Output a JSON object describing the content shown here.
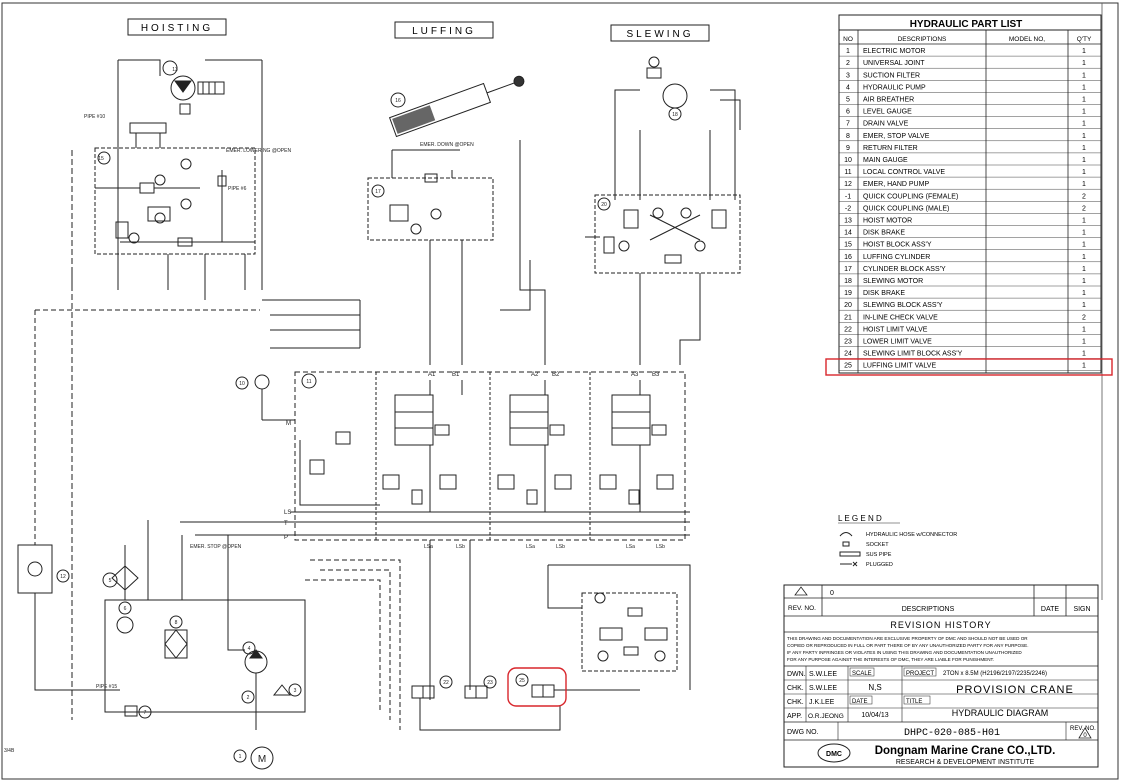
{
  "sections": {
    "hoisting": "HOISTING",
    "luffing": "LUFFING",
    "slewing": "SLEWING"
  },
  "part_list": {
    "title": "HYDRAULIC PART LIST",
    "headers": [
      "NO",
      "DESCRIPTIONS",
      "MODEL NO,",
      "Q'TY"
    ],
    "rows": [
      {
        "no": "1",
        "desc": "ELECTRIC MOTOR",
        "model": "",
        "qty": "1"
      },
      {
        "no": "2",
        "desc": "UNIVERSAL JOINT",
        "model": "",
        "qty": "1"
      },
      {
        "no": "3",
        "desc": "SUCTION FILTER",
        "model": "",
        "qty": "1"
      },
      {
        "no": "4",
        "desc": "HYDRAULIC PUMP",
        "model": "",
        "qty": "1"
      },
      {
        "no": "5",
        "desc": "AIR BREATHER",
        "model": "",
        "qty": "1"
      },
      {
        "no": "6",
        "desc": "LEVEL GAUGE",
        "model": "",
        "qty": "1"
      },
      {
        "no": "7",
        "desc": "DRAIN VALVE",
        "model": "",
        "qty": "1"
      },
      {
        "no": "8",
        "desc": "EMER, STOP VALVE",
        "model": "",
        "qty": "1"
      },
      {
        "no": "9",
        "desc": "RETURN FILTER",
        "model": "",
        "qty": "1"
      },
      {
        "no": "10",
        "desc": "MAIN GAUGE",
        "model": "",
        "qty": "1"
      },
      {
        "no": "11",
        "desc": "LOCAL CONTROL VALVE",
        "model": "",
        "qty": "1"
      },
      {
        "no": "12",
        "desc": "EMER, HAND PUMP",
        "model": "",
        "qty": "1"
      },
      {
        "no": "-1",
        "desc": "QUICK COUPLING (FEMALE)",
        "model": "",
        "qty": "2"
      },
      {
        "no": "-2",
        "desc": "QUICK COUPLING (MALE)",
        "model": "",
        "qty": "2"
      },
      {
        "no": "13",
        "desc": "HOIST MOTOR",
        "model": "",
        "qty": "1"
      },
      {
        "no": "14",
        "desc": "DISK BRAKE",
        "model": "",
        "qty": "1"
      },
      {
        "no": "15",
        "desc": "HOIST BLOCK ASS'Y",
        "model": "",
        "qty": "1"
      },
      {
        "no": "16",
        "desc": "LUFFING CYLINDER",
        "model": "",
        "qty": "1"
      },
      {
        "no": "17",
        "desc": "CYLINDER BLOCK ASS'Y",
        "model": "",
        "qty": "1"
      },
      {
        "no": "18",
        "desc": "SLEWING MOTOR",
        "model": "",
        "qty": "1"
      },
      {
        "no": "19",
        "desc": "DISK BRAKE",
        "model": "",
        "qty": "1"
      },
      {
        "no": "20",
        "desc": "SLEWING BLOCK ASS'Y",
        "model": "",
        "qty": "1"
      },
      {
        "no": "21",
        "desc": "IN-LINE CHECK VALVE",
        "model": "",
        "qty": "2"
      },
      {
        "no": "22",
        "desc": "HOIST LIMIT VALVE",
        "model": "",
        "qty": "1"
      },
      {
        "no": "23",
        "desc": "LOWER LIMIT VALVE",
        "model": "",
        "qty": "1"
      },
      {
        "no": "24",
        "desc": "SLEWING LIMIT BLOCK ASS'Y",
        "model": "",
        "qty": "1"
      },
      {
        "no": "25",
        "desc": "LUFFING LIMIT VALVE",
        "model": "",
        "qty": "1"
      }
    ],
    "highlight_color": "#d8262c"
  },
  "legend": {
    "title": "L E G E N D",
    "items": [
      {
        "symbol": "hose",
        "label": "HYDRAULIC HOSE w/CONNECTOR"
      },
      {
        "symbol": "socket",
        "label": "SOCKET"
      },
      {
        "symbol": "pipe",
        "label": "SUS PIPE"
      },
      {
        "symbol": "plug",
        "label": "PLUGGED"
      }
    ]
  },
  "title_block": {
    "rev_mark": "0",
    "rev_no_label": "REV. NO.",
    "descriptions_label": "DESCRIPTIONS",
    "date_label": "DATE",
    "sign_label": "SIGN",
    "revision_history": "REVISION HISTORY",
    "notice": [
      "THIS DRAWING AND DOCUMENTATION ARE EXCLUSIVE PROPERTY OF DMC AND SHOULD NOT BE USED OR",
      "COPIED OR REPRODUCED IN FULL OR PART THERE OF BY ANY UNAUTHORIZED PARTY FOR ANY PURPOSE.",
      "IF ANY PARTY INFRINGES OR VIOLATES IN USING THIS DRAWING AND DOCUMENTATION UNAUTHORIZED",
      "FOR ANY PURPOSE AGAINST THE INTERESTS OF DMC, THEY ARE LIABLE FOR PUNISHMENT."
    ],
    "dwn": "DWN.",
    "dwn_name": "S.W.LEE",
    "chk1": "CHK.",
    "chk1_name": "S.W.LEE",
    "chk2": "CHK.",
    "chk2_name": "J.K.LEE",
    "app": "APP.",
    "app_name": "O.R.JEONG",
    "scale_label": "SCALE",
    "scale_value": "N,S",
    "date_label2": "DATE",
    "date_value": "10/04/13",
    "project_label": "PROJECT",
    "project_value": "2TON x 8.5M (H2196/2197/2235/2246)",
    "project_name": "PROVISION CRANE",
    "title_label": "TITLE",
    "title_value": "HYDRAULIC DIAGRAM",
    "dwg_no_label": "DWG NO.",
    "dwg_no": "DHPC-020-085-H01",
    "rev_label": "REV. NO.",
    "rev_value": "0",
    "company_logo": "DMC",
    "company": "Dongnam Marine Crane CO.,LTD.",
    "institute": "RESEARCH & DEVELOPMENT INSTITUTE"
  },
  "callouts": {
    "c1": "1",
    "c2": "2",
    "c3": "3",
    "c4": "4",
    "c5": "5",
    "c6": "6",
    "c7": "7",
    "c8": "8",
    "c9": "9",
    "c10": "10",
    "c11": "11",
    "c12": "12",
    "c13": "13",
    "c15": "15",
    "c16": "16",
    "c17": "17",
    "c18": "18",
    "c20": "20",
    "c22": "22",
    "c23": "23",
    "c25": "25"
  },
  "ports": {
    "A1": "A1",
    "B1": "B1",
    "A2": "A2",
    "B2": "B2",
    "A3": "A3",
    "B3": "B3",
    "LS": "LS",
    "T": "T",
    "P": "P",
    "M": "M",
    "LSa": "LSa",
    "LSb": "LSb"
  },
  "notes": {
    "pipe10": "PIPE #10",
    "pipe6": "PIPE #6",
    "pipe15": "PIPE #15",
    "emer_lowering": "EMER. LOWERING @OPEN",
    "emer_down": "EMER. DOWN @OPEN",
    "emer_stop": "EMER. STOP @OPEN",
    "corner": "3/4B"
  }
}
